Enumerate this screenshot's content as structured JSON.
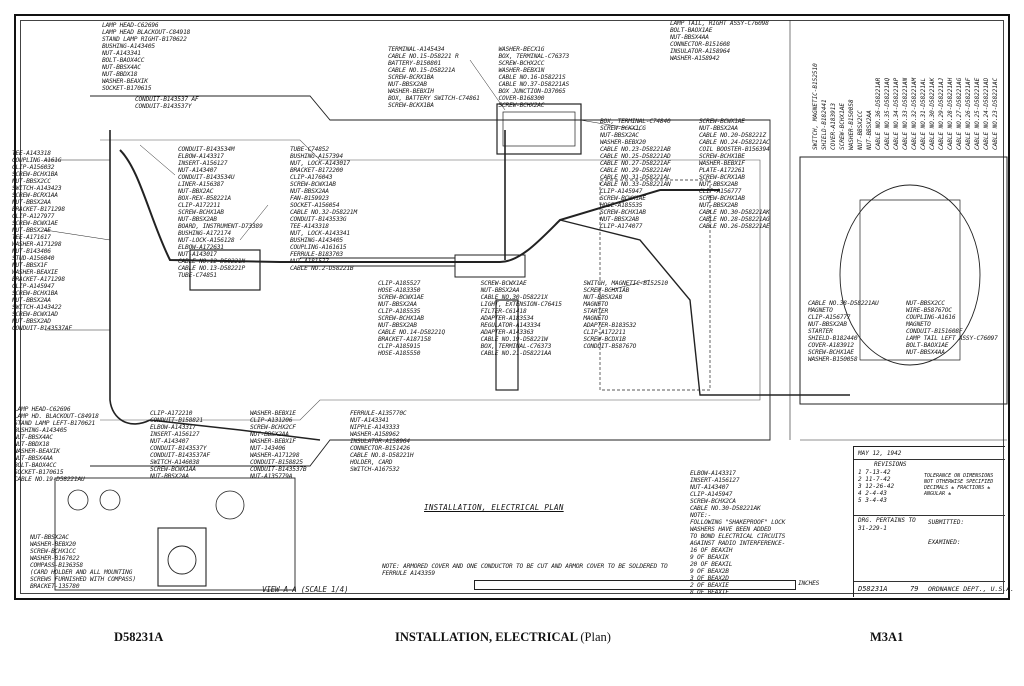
{
  "footer": {
    "drawing_number": "D58231A",
    "title_main": "INSTALLATION, ELECTRICAL",
    "title_sub": "(Plan)",
    "model": "M3A1"
  },
  "plan_title": "INSTALLATION, ELECTRICAL PLAN",
  "view_label": "VIEW-A-A (SCALE 1/4)",
  "labels_top_left": [
    "LAMP HEAD-C62696",
    "LAMP HEAD BLACKOUT-C84918",
    "STAND LAMP RIGHT-B170622",
    "BUSHING-A143405",
    "NUT-A143341",
    "BOLT-BAOX4CC",
    "NUT-BBSX4AC",
    "NUT-BBDX18",
    "WASHER-BEAXIK",
    "SOCKET-B170615"
  ],
  "labels_conduit_top": [
    "CONDUIT-B143537 AF",
    "CONDUIT-B143537Y"
  ],
  "labels_left": [
    "TEE-A143318",
    "COUPLING-A161G",
    "CLIP-A156032",
    "SCREW-BCHX1BA",
    "NUT-BBSX2CC",
    "SWITCH-A143423",
    "SCREW-BCRX1AA",
    "NUT-BBSX2AA",
    "BRACKET-B171298",
    "CLIP-A127977",
    "SCREW-BCWX1AE",
    "NUT-BBSX2AE",
    "TEE-A171617",
    "WASHER-A171298",
    "NUT-B143406",
    "STUD-A156040",
    "NUT-BBSX1F",
    "WASHER-BEAXIE",
    "BRACKET-A171298",
    "CLIP-A145947",
    "SCREW-BCHX1BA",
    "NUT-BBSX2AA",
    "SWITCH-A143422",
    "SCREW-BCWX1AD",
    "NUT-BBSX2AD",
    "CONDUIT-B143537AF"
  ],
  "labels_bottom_left": [
    "LAMP HEAD-C62696",
    "LAMP HD. BLACKOUT-C84918",
    "STAND LAMP LEFT-B170621",
    "BUSHING-A143405",
    "NUT-BBSX4AC",
    "NUT-BBDX18",
    "WASHER-BEAXIK",
    "NUT-BBSX4AA",
    "BOLT-BAOX4CC",
    "SOCKET-B170615",
    "CABLE NO.19-D58221AU"
  ],
  "labels_view_aa": [
    "NUT-BBSX2AC",
    "WASHER-BEBX20",
    "SCREW-BCHX1CC",
    "WASHER-B167022",
    "COMPASS-B136358",
    "(CARD HOLDER AND ALL MOUNTING",
    "SCREWS FURNISHED WITH COMPASS)",
    "BRACKET-135780"
  ],
  "labels_center": [
    "CONDUIT-B143534M",
    "ELBOW-A143317",
    "INSERT-A156127",
    "NUT-A143407",
    "CONDUIT-B143534U",
    "LINER-A156387",
    "NUT-BBX2AC",
    "BOX-REX-B58221A",
    "CLIP-A172211",
    "SCREW-BCHX1AB",
    "NUT-BBSX2AB",
    "BOARD, INSTRUMENT-D73389",
    "BUSHING-A172174",
    "NUT-LOCK-A156128",
    "ELBOW-A172631",
    "NUT-A143017",
    "CABLE NO.12-D58221N",
    "CABLE NO.13-D58221P",
    "TUBE-C74851",
    "TUBE-C74852",
    "BUSHING-A157394",
    "NUT, LOCK-A143017",
    "BRACKET-B172200",
    "CLIP-A176043",
    "SCREW-BCWX1AB",
    "NUT-BBSX2AA",
    "FAN-B159923",
    "SOCKET-A156054",
    "CABLE NO.32-D58221M",
    "CONDUIT-B143533G",
    "TEE-A143318",
    "NUT, LOCK-A143341",
    "BUSHING-A143405",
    "COUPLING-A161615",
    "FERRULE-B183703",
    "NUT-A181577",
    "CABLE NO.2-D58221B"
  ],
  "labels_battery": [
    "TERMINAL-A145434",
    "CABLE NO.15-D58221 R",
    "BATTERY-B150801",
    "CABLE NO.15-D58221A",
    "SCREW-BCRX1BA",
    "NUT-BBSX2AB",
    "WASHER-BEBXIH",
    "BOX, BATTERY SWITCH-C74861",
    "SCREW-BCKX1BA",
    "WASHER-BECX1G",
    "BOX, TERMINAL-C76373",
    "SCREW-BCHX2CC",
    "WASHER-BEBX1N",
    "CABLE NO.16-D58221S",
    "CABLE NO.37-D58221AS",
    "BOX JUNCTION-D37065",
    "COVER-B168300",
    "SCREW-BCHX2AC"
  ],
  "labels_terminal_right": [
    "BOX, TERMINAL-C74840",
    "SCREW-BCKX1CG",
    "NUT-BBSX2AC",
    "WASHER-BEBX20",
    "CABLE NO.23-D58221AB",
    "CABLE NO.25-D58221AD",
    "CABLE NO.27-D58221AF",
    "CABLE NO.29-D58221AH",
    "CABLE NO.31-D58221AL",
    "CABLE NO.33-D58221AN",
    "CLIP-A145947",
    "SCREW-BCWX1AE",
    "HOSE-A185535",
    "SCREW-BCHX1AB",
    "NUT-BBSX2AB",
    "CLIP-A174077",
    "SCREW-BCWX1AE",
    "NUT-BBSX2AA",
    "CABLE NO.20-D58221Z",
    "CABLE NO.24-D58221AC",
    "COIL BOOSTER-B156394",
    "SCREW-BCHX1BE",
    "WASHER-BEBX1F",
    "PLATE-A172261",
    "SCREW-BCRX1AB",
    "NUT-BBSX2AB",
    "CLIP-A156777",
    "SCREW-BCHX1AB",
    "NUT-BBSX2AB",
    "CABLE NO.30-D58221AK",
    "CABLE NO.28-D58221AG",
    "CABLE NO.26-D58221AE"
  ],
  "labels_lower_center": [
    "CLIP-A185527",
    "HOSE-A183350",
    "SCREW-BCWX1AE",
    "NUT-BBSX2AA",
    "CLIP-A185535",
    "SCREW-BCHX1AB",
    "NUT-BBSX2AB",
    "CABLE NO.14-D58221Q",
    "BRACKET-A187158",
    "CLIP-A185915",
    "HOSE-A185550",
    "SCREW-BCWX1AE",
    "NUT-BBSX2AA",
    "CABLE NO.30-D58221X",
    "LIGHT, EXTENSION-C76415",
    "FILTER-C61418",
    "ADAPTER-A183534",
    "REGULATOR-A143334",
    "ADAPTER-A143363",
    "CABLE NO.19-D58221W",
    "BOX, TERMINAL-C76373",
    "CABLE NO.21-D58221AA",
    "SWITCH, MAGNETIC-B152510",
    "SCREW-BCHX1AB",
    "NUT-BBSX2AB",
    "MAGNETO",
    "STARTER",
    "MAGNETO",
    "ADAPTER-B183532",
    "CLIP-A172211",
    "SCREW-BCDX1B",
    "CONDUIT-B58767O"
  ],
  "labels_bottom_center": [
    "CLIP-A172210",
    "CONDUIT-B158821",
    "ELBOW-A143317",
    "INSERT-A156127",
    "NUT-A143407",
    "CONDUIT-B143537Y",
    "CONDUIT-B143537AF",
    "SWITCH-A146038",
    "SCREW-BCWX1AA",
    "NUT-BBSX2AA",
    "WASHER-BEBX1E",
    "CLIP-A131206",
    "SCREW-BCHX2CF",
    "NUT-BBSX2AA",
    "WASHER-BEBX1F",
    "NUT-143406",
    "WASHER-A171298",
    "CONDUIT-B158825",
    "CONDUIT-B143537B",
    "NUT-A135779A",
    "FERRULE-A135770C",
    "NUT-A143341",
    "NIPPLE-A143333",
    "WASHER-A158962",
    "INSULATOR-A158964",
    "CONNECTOR-B151426",
    "CABLE NO.8-D58221H",
    "HOLDER, CARD",
    "SWITCH-A167532"
  ],
  "note_armor": "NOTE: ARMORED COVER AND ONE CONDUCTOR TO BE CUT AND ARMOR COVER TO BE SOLDERED TO FERRULE A143359",
  "labels_top_right": [
    "LAMP TAIL, RIGHT ASSY-C76098",
    "BOLT-BAOX1AE",
    "NUT-BBSX4AA",
    "CONNECTOR-B151608",
    "INSULATOR-A158964",
    "WASHER-A158942"
  ],
  "labels_right_vertical": [
    "SWITCH, MAGNETIC-B152510",
    "SHIELD-B182441",
    "COVER-A183913",
    "SCREW-BCHX1AE",
    "WASHER-B150058",
    "NUT-BBSX2CC",
    "NUT-BBSX2AA",
    "CABLE NO.36-D58221AR",
    "CABLE NO.35-D58221AQ",
    "CABLE NO.34-D58221AP",
    "CABLE NO.33-D58221AN",
    "CABLE NO.32-D58221AM",
    "CABLE NO.31-D58221AL",
    "CABLE NO.30-D58221AK",
    "CABLE NO.29-D58221AJ",
    "CABLE NO.28-D58221AH",
    "CABLE NO.27-D58221AG",
    "CABLE NO.26-D58221AF",
    "CABLE NO.25-D58221AE",
    "CABLE NO.24-D58221AD",
    "CABLE NO.23-D58221AC"
  ],
  "labels_right_view": [
    "CABLE NO.38-D58221AU",
    "MAGNETO",
    "CLIP-A156777",
    "NUT-BBSX2AB",
    "STARTER",
    "SHIELD-B182440",
    "COVER-A183912",
    "SCREW-BCHX1AE",
    "WASHER-B150058",
    "NUT-BBSX2CC",
    "WIRE-B58767OC",
    "COUPLING-A1616",
    "MAGNETO",
    "CONDUIT-B151608F",
    "LAMP TAIL LEFT ASSY-C76097",
    "BOLT-BAOX1AE",
    "NUT-BBSX4AA"
  ],
  "labels_bottom_right": [
    "ELBOW-A143317",
    "INSERT-A156127",
    "NUT-A143407",
    "CLIP-A145947",
    "SCREW-BCHX2CA",
    "CABLE NO.30-D58221AK"
  ],
  "note_washers": [
    "NOTE:-",
    "FOLLOWING \"SHAKEPROOF\" LOCK",
    "WASHERS HAVE BEEN ADDED",
    "TO BOND ELECTRICAL CIRCUITS",
    "AGAINST RADIO INTERFERENCE-",
    "16 OF BEAXIH",
    "9 OF BEAXIK",
    "20 OF BEAXIL",
    "9 OF BEAX2B",
    "3 OF BEAX2D",
    "2 OF BEAXIE",
    "8 OF BEAXIF"
  ],
  "title_block": {
    "date": "MAY 12, 1942",
    "revisions_label": "REVISIONS",
    "revisions": [
      "1  7-13-42",
      "2  11-7-42",
      "3  12-26-42",
      "4  2-4-43",
      "5  3-4-43"
    ],
    "tolerance_note": "TOLERANCE ON DIMENSIONS NOT OTHERWISE SPECIFIED DECIMALS ± FRACTIONS ± ANGULAR ±",
    "pertains_label": "DRG. PERTAINS TO",
    "pertains_value": "31-229-1",
    "submitted": "SUBMITTED:",
    "examined": "EXAMINED:",
    "drawing_number": "D58231A",
    "sheet_number": "79",
    "dept": "ORDNANCE DEPT., U.S.A."
  },
  "scale_label": "INCHES",
  "colors": {
    "ink": "#111111",
    "paper": "#ffffff"
  }
}
